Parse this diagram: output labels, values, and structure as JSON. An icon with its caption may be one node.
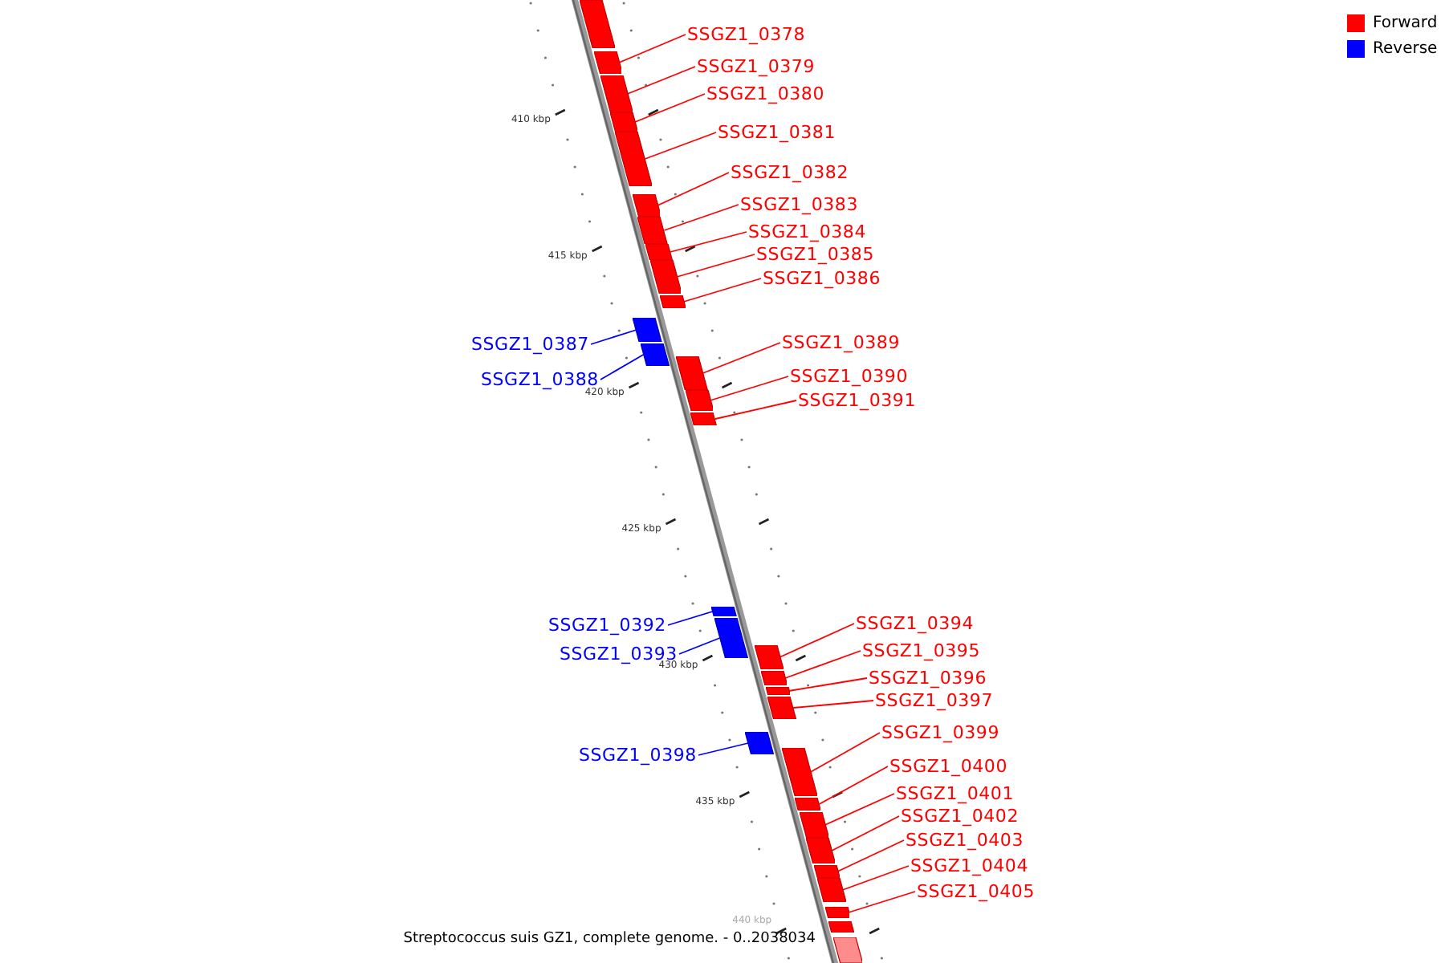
{
  "diagram": {
    "caption": "Streptococcus suis GZ1, complete genome. - 0..2038034",
    "nodes": [
      {
        "text": [],
        "shape": "bar"
      },
      {
        "text": [
          "SSGZ1_0378"
        ]
      },
      {
        "text": [],
        "shape": "bar"
      },
      {
        "text": [
          "SSGZ1_0379"
        ]
      },
      {
        "text": [],
        "shape": "bar"
      },
      {
        "text": [
          "SSGZ1_0380"
        ]
      },
      {
        "text": [],
        "shape": "bar"
      },
      {
        "text": [
          "SSGZ1_0381"
        ]
      },
      {
        "text": [],
        "shape": "bar"
      },
      {
        "text": [
          "SSGZ1_0382"
        ]
      },
      {
        "text": [],
        "shape": "bar"
      },
      {
        "text": [
          "SSGZ1_0383"
        ]
      },
      {
        "text": [],
        "shape": "bar"
      },
      {
        "text": [
          "SSGZ1_0384"
        ]
      },
      {
        "text": [],
        "shape": "bar"
      },
      {
        "text": [
          "SSGZ1_0385"
        ]
      },
      {
        "text": [],
        "shape": "bar"
      },
      {
        "text": [
          "SSGZ1_0386"
        ]
      },
      {
        "text": [],
        "shape": "bar"
      },
      {
        "text": [
          "SSGZ1_0387"
        ]
      },
      {
        "text": [],
        "shape": "bar"
      },
      {
        "text": [
          "SSGZ1_0388"
        ]
      },
      {
        "text": [],
        "shape": "bar"
      },
      {
        "text": [
          "SSGZ1_0389"
        ]
      },
      {
        "text": [],
        "shape": "bar"
      },
      {
        "text": [
          "SSGZ1_0390"
        ]
      },
      {
        "text": [],
        "shape": "bar"
      },
      {
        "text": [
          "SSGZ1_0391"
        ]
      },
      {
        "text": [],
        "shape": "bar"
      },
      {
        "text": [
          "SSGZ1_0392"
        ]
      },
      {
        "text": [],
        "shape": "bar"
      },
      {
        "text": [
          "SSGZ1_0393"
        ]
      },
      {
        "text": [],
        "shape": "bar"
      },
      {
        "text": [
          "SSGZ1_0394"
        ]
      },
      {
        "text": [],
        "shape": "bar"
      },
      {
        "text": [
          "SSGZ1_0395"
        ]
      },
      {
        "text": [],
        "shape": "bar"
      },
      {
        "text": [
          "SSGZ1_0396"
        ]
      },
      {
        "text": [],
        "shape": "bar"
      },
      {
        "text": [
          "SSGZ1_0397"
        ]
      },
      {
        "text": [],
        "shape": "bar"
      },
      {
        "text": [
          "SSGZ1_0398"
        ]
      },
      {
        "text": [],
        "shape": "bar"
      },
      {
        "text": [
          "SSGZ1_0399"
        ]
      },
      {
        "text": [],
        "shape": "bar"
      },
      {
        "text": [
          "SSGZ1_0400"
        ]
      },
      {
        "text": [],
        "shape": "bar"
      },
      {
        "text": [
          "SSGZ1_0401"
        ]
      },
      {
        "text": [],
        "shape": "bar"
      },
      {
        "text": [
          "SSGZ1_0402"
        ]
      },
      {
        "text": [],
        "shape": "bar"
      },
      {
        "text": [
          "SSGZ1_0403"
        ]
      },
      {
        "text": [],
        "shape": "bar"
      },
      {
        "text": [
          "SSGZ1_0404"
        ]
      },
      {
        "text": [],
        "shape": "bar"
      },
      {
        "text": [
          "SSGZ1_0405"
        ]
      },
      {
        "text": [],
        "shape": "bar"
      },
      {
        "text": [],
        "shape": "bar"
      },
      {
        "text": [],
        "shape": "bar"
      }
    ],
    "edges": [
      {
        "from": 1,
        "to": 2,
        "arrow": "none"
      },
      {
        "from": 3,
        "to": 4,
        "arrow": "none"
      },
      {
        "from": 5,
        "to": 6,
        "arrow": "none"
      },
      {
        "from": 7,
        "to": 8,
        "arrow": "none"
      },
      {
        "from": 9,
        "to": 10,
        "arrow": "none"
      },
      {
        "from": 11,
        "to": 12,
        "arrow": "none"
      },
      {
        "from": 13,
        "to": 14,
        "arrow": "none"
      },
      {
        "from": 15,
        "to": 16,
        "arrow": "none"
      },
      {
        "from": 17,
        "to": 18,
        "arrow": "none"
      },
      {
        "from": 19,
        "to": 20,
        "arrow": "none",
        "color": "#0000ff"
      },
      {
        "from": 21,
        "to": 22,
        "arrow": "none",
        "color": "#0000ff"
      },
      {
        "from": 23,
        "to": 24,
        "arrow": "none"
      },
      {
        "from": 25,
        "to": 26,
        "arrow": "none"
      },
      {
        "from": 27,
        "to": 28,
        "arrow": "none"
      },
      {
        "from": 29,
        "to": 30,
        "arrow": "none",
        "color": "#0000ff"
      },
      {
        "from": 31,
        "to": 32,
        "arrow": "none",
        "color": "#0000ff"
      },
      {
        "from": 33,
        "to": 34,
        "arrow": "none"
      },
      {
        "from": 35,
        "to": 36,
        "arrow": "none"
      },
      {
        "from": 37,
        "to": 38,
        "arrow": "none"
      },
      {
        "from": 39,
        "to": 40,
        "arrow": "none"
      },
      {
        "from": 41,
        "to": 42,
        "arrow": "none",
        "color": "#0000ff"
      },
      {
        "from": 43,
        "to": 44,
        "arrow": "none"
      },
      {
        "from": 45,
        "to": 46,
        "arrow": "none"
      },
      {
        "from": 47,
        "to": 48,
        "arrow": "none"
      },
      {
        "from": 49,
        "to": 50,
        "arrow": "none"
      },
      {
        "from": 51,
        "to": 52,
        "arrow": "none"
      },
      {
        "from": 53,
        "to": 54,
        "arrow": "none"
      },
      {
        "from": 55,
        "to": 56,
        "arrow": "none"
      }
    ],
    "labels": [
      "410 kbp",
      "415 kbp",
      "420 kbp",
      "425 kbp",
      "430 kbp",
      "435 kbp",
      "440 kbp"
    ],
    "legend": [
      {
        "text": "Forward",
        "color": "#ff0000"
      },
      {
        "text": "Reverse",
        "color": "#0000ff"
      }
    ]
  }
}
